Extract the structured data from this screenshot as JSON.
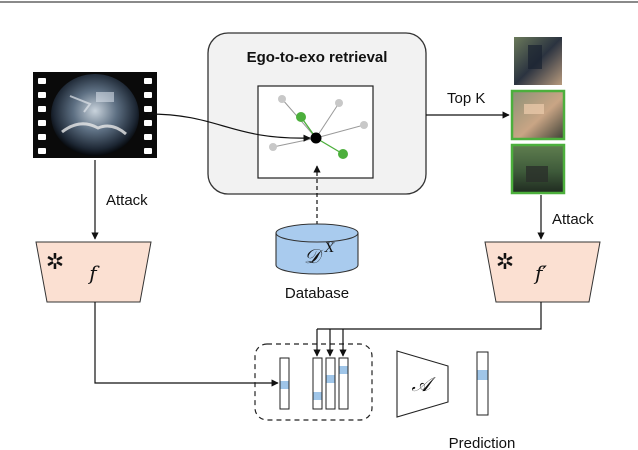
{
  "retrieval": {
    "title": "Ego-to-exo retrieval"
  },
  "labels": {
    "top_k": "Top K",
    "attack_left": "Attack",
    "attack_right": "Attack",
    "database": "Database",
    "prediction": "Prediction"
  },
  "math": {
    "f": "f",
    "f_prime": "f′",
    "database_symbol": "𝒟",
    "database_superscript": "X",
    "classifier": "𝒜"
  },
  "icons": {
    "video": "fisheye-video-film-icon",
    "freeze": "snowflake-icon",
    "database": "database-cylinder-icon"
  },
  "colors": {
    "encoder_fill": "#fbe0d2",
    "database_fill": "#a9cbee",
    "retrieval_panel": "#f2f2f2",
    "retrieval_border": "#333333",
    "match_green": "#4caf3c",
    "neighbor_gray": "#c8c8c8",
    "feature_highlight": "#9fc5e8"
  }
}
